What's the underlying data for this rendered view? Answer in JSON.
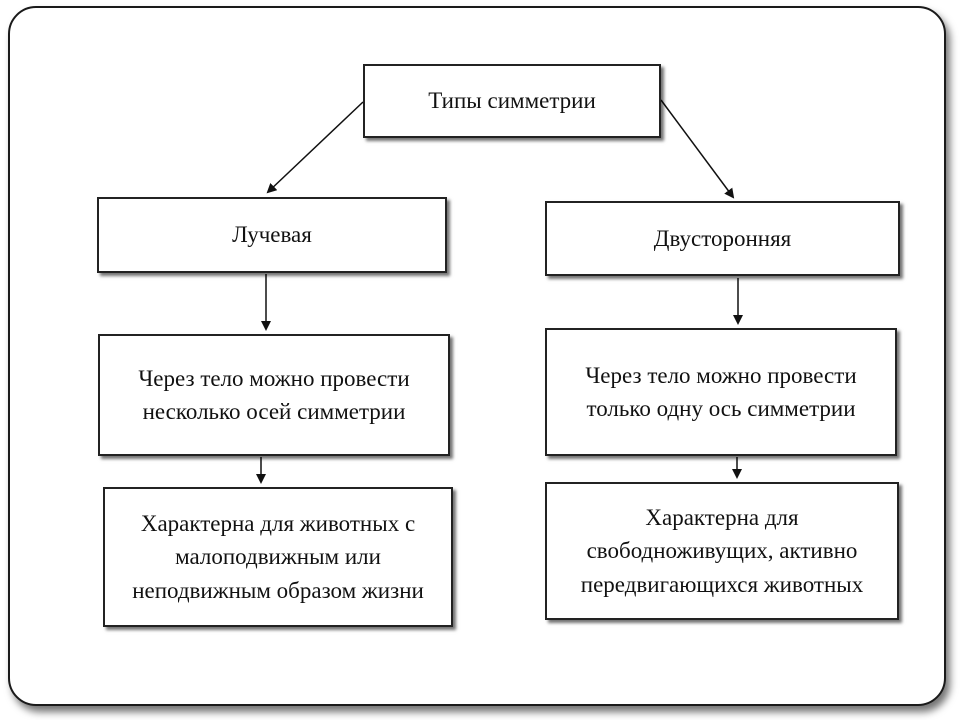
{
  "diagram": {
    "root": "Типы симметрии",
    "left_branch": {
      "type": "Лучевая",
      "description": "Через тело можно провести\nнесколько осей симметрии",
      "habitat": "Характерна для животных с\nмалоподвижным или\nнеподвижным образом жизни"
    },
    "right_branch": {
      "type": "Двусторонняя",
      "description": "Через тело можно провести\nтолько одну ось симметрии",
      "habitat": "Характерна для\nсвободноживущих, активно\nпередвигающихся  животных"
    }
  },
  "colors": {
    "border": "#222222",
    "line": "#111111",
    "background": "#ffffff"
  }
}
